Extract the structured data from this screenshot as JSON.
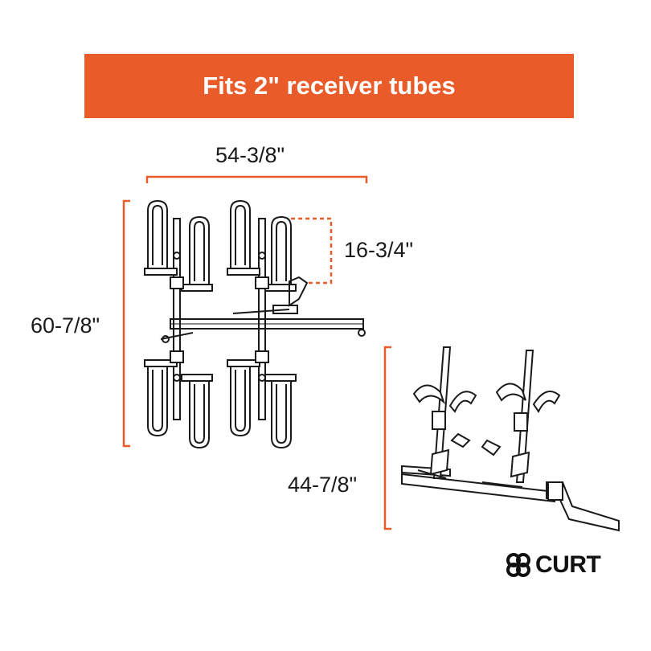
{
  "banner": {
    "text": "Fits 2\" receiver tubes"
  },
  "dimensions": {
    "width": "54-3/8\"",
    "height": "60-7/8\"",
    "cradle_spacing": "16-3/4\"",
    "side_height": "44-7/8\""
  },
  "brand": {
    "name": "CURT"
  },
  "colors": {
    "accent": "#ea5b2a",
    "line": "#1a1a1a"
  },
  "icons": {
    "logo": "curt-logo-icon"
  }
}
